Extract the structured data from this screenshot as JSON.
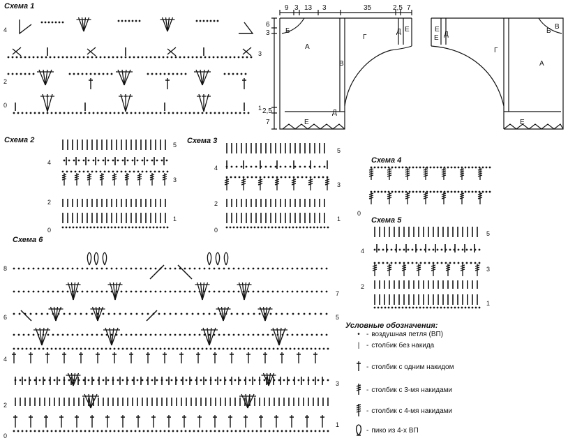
{
  "schemes": {
    "s1": "Схема 1",
    "s2": "Схема 2",
    "s3": "Схема 3",
    "s4": "Схема 4",
    "s5": "Схема 5",
    "s6": "Схема 6"
  },
  "row_numbers": {
    "s1_left": [
      "4",
      "2",
      "0"
    ],
    "s1_right": [
      "3",
      "1"
    ],
    "s2_left": [
      "4",
      "2",
      "0"
    ],
    "s2_right": [
      "5",
      "3",
      "1"
    ],
    "s3_left": [
      "4",
      "2",
      "0"
    ],
    "s3_right": [
      "5",
      "3",
      "1"
    ],
    "s4_left": [
      "0"
    ],
    "s5_left": [
      "4",
      "2"
    ],
    "s5_right": [
      "5",
      "3",
      "1"
    ],
    "s6_left": [
      "8",
      "6",
      "4",
      "2",
      "0"
    ],
    "s6_right": [
      "7",
      "5",
      "3",
      "1"
    ]
  },
  "pattern": {
    "top_dims": [
      "9",
      "3",
      "13",
      "3",
      "35",
      "2,5",
      "7"
    ],
    "left_dims": [
      "6",
      "3",
      "2,5",
      "7"
    ],
    "part_labels": [
      "Б",
      "А",
      "В",
      "Г",
      "Д",
      "Е",
      "Е",
      "Д",
      "Е",
      "Е",
      "Б",
      "В",
      "Г",
      "А",
      "Е",
      "Д"
    ]
  },
  "legend": {
    "title": "Условные обозначения:",
    "items": [
      {
        "icon": "chain-dot-icon",
        "text": "воздушная петля (ВП)"
      },
      {
        "icon": "single-crochet-icon",
        "text": "столбик без накида"
      },
      {
        "icon": "double-crochet-icon",
        "text": "столбик с одним накидом"
      },
      {
        "icon": "treble-3-icon",
        "text": "столбик с 3-мя накидами"
      },
      {
        "icon": "treble-4-icon",
        "text": "столбик с 4-мя накидами"
      },
      {
        "icon": "picot-icon",
        "text": "пико из 4-х ВП"
      }
    ]
  }
}
